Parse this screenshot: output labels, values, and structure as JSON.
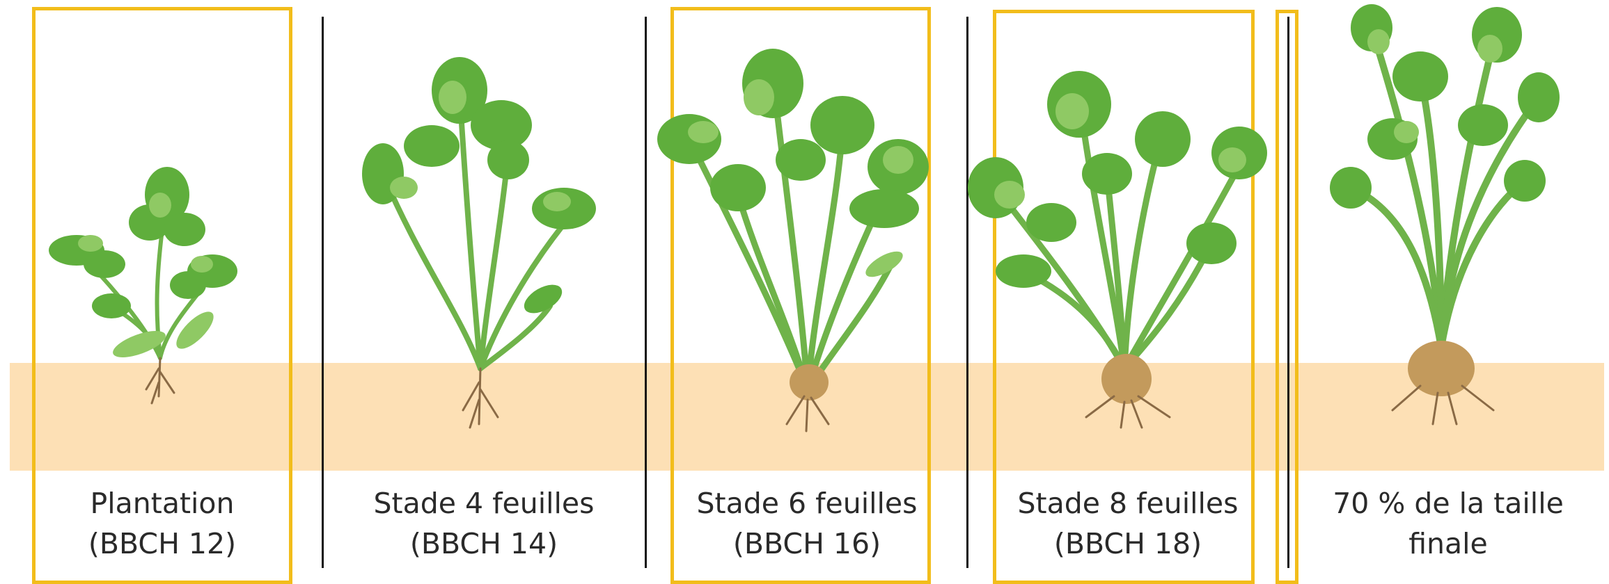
{
  "stages": [
    {
      "line1": "Plantation",
      "line2": "(BBCH 12)"
    },
    {
      "line1": "Stade 4 feuilles",
      "line2": "(BBCH 14)"
    },
    {
      "line1": "Stade 6 feuilles",
      "line2": "(BBCH 16)"
    },
    {
      "line1": "Stade 8 feuilles",
      "line2": "(BBCH 18)"
    },
    {
      "line1": "70 % de la taille",
      "line2": "finale"
    }
  ],
  "colors": {
    "soil": "#fde0b5",
    "highlight_box": "#f2bd1b",
    "separator": "#111111",
    "leaf_light": "#8fc964",
    "leaf_mid": "#5fae3c",
    "leaf_dark": "#3f8a2a",
    "stem": "#6fb34a",
    "root": "#8a6a45",
    "tuber": "#c39a5c"
  }
}
